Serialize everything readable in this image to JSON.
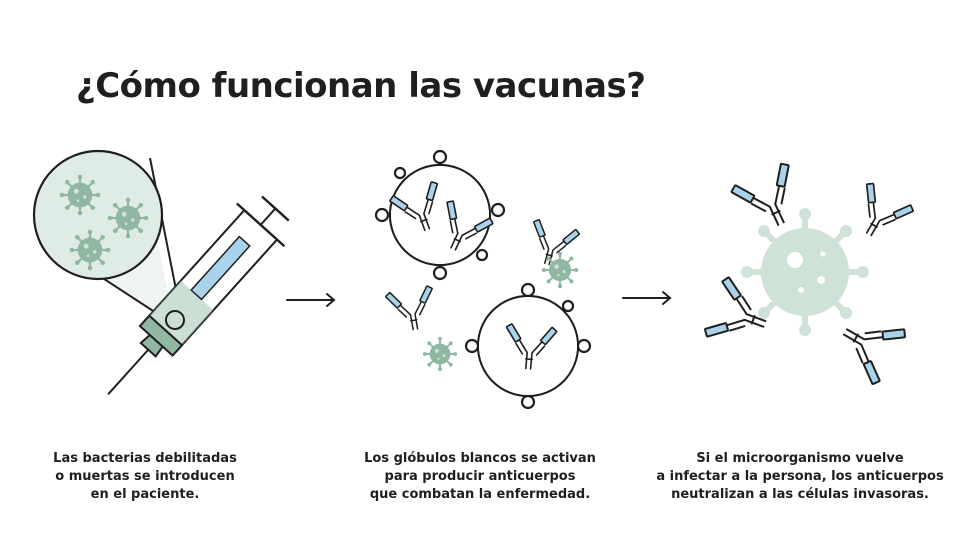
{
  "title": "¿Cómo funcionan las vacunas?",
  "steps": [
    {
      "lines": [
        "Las bacterias debilitadas",
        "o muertas se introducen",
        "en el paciente."
      ]
    },
    {
      "lines": [
        "Los glóbulos blancos se activan",
        "para producir anticuerpos",
        "que combatan la enfermedad."
      ]
    },
    {
      "lines": [
        "Si el microorganismo vuelve",
        "a infectar a la persona, los anticuerpos",
        "neutralizan a las células invasoras."
      ]
    }
  ],
  "icons": {
    "syringe": "syringe-icon",
    "magnifier": "magnifier-icon",
    "virus": "virus-icon",
    "white_blood_cell": "white-blood-cell-icon",
    "antibody": "antibody-icon",
    "arrow": "arrow-right-icon"
  },
  "colors": {
    "text": "#1f1f1f",
    "virus_green": "#8fb7a2",
    "virus_light": "#cfe2d8",
    "syringe_fill": "#dfece5",
    "antibody_blue": "#a8d3ea",
    "outline": "#1f1f1f"
  }
}
